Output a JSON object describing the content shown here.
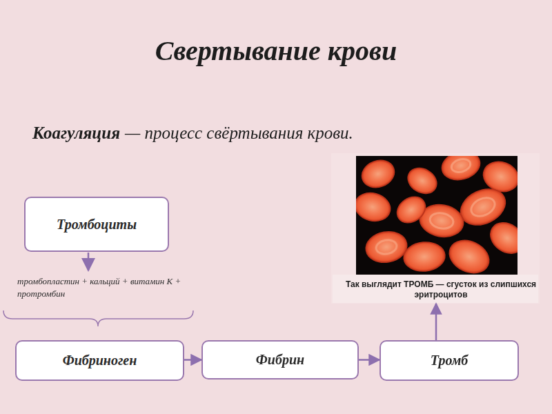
{
  "diagram": {
    "title": "Свертывание крови",
    "nodes": [
      {
        "text": [
          "Тромбоциты"
        ]
      },
      {
        "text": [
          "Фибриноген"
        ]
      },
      {
        "text": [
          "Фибрин"
        ]
      },
      {
        "text": [
          "Тромб"
        ]
      },
      {
        "text": [
          "Так выглядит ТРОМБ — сгусток из слипшихся эритроцитов"
        ]
      }
    ],
    "edges": [
      {
        "from": 1,
        "to": 2,
        "arrow": "to"
      },
      {
        "from": 2,
        "to": 3,
        "arrow": "to"
      },
      {
        "from": 3,
        "to": 4,
        "arrow": "to"
      }
    ],
    "labels": [
      "Коагуляция",
      "— процесс свёртывания крови.",
      "тромбопластин + кальций + витамин К + протромбин"
    ]
  }
}
